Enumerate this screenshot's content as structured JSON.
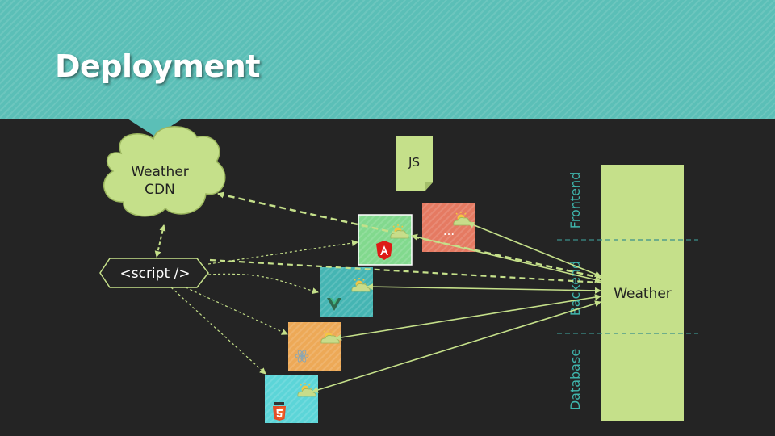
{
  "title": "Deployment",
  "cdn": {
    "line1": "Weather",
    "line2": "CDN"
  },
  "script_tag": "<script />",
  "js_doc": "JS",
  "more_tile": "...",
  "service": "Weather",
  "layers": [
    "Frontend",
    "Backend",
    "Database"
  ],
  "colors": {
    "header": "#5bbfb7",
    "background": "#242424",
    "lime": "#c5e08a",
    "layer_text": "#3fb6ad"
  },
  "tiles": [
    {
      "name": "angular",
      "icon": "angular-logo-icon",
      "color": "#82d98e"
    },
    {
      "name": "other",
      "icon": "weather-icon",
      "color": "#e57a62"
    },
    {
      "name": "vue",
      "icon": "vue-logo-icon",
      "color": "#45b5b3"
    },
    {
      "name": "react",
      "icon": "react-logo-icon",
      "color": "#eda957"
    },
    {
      "name": "html5",
      "icon": "html5-logo-icon",
      "color": "#5cd5d8"
    }
  ]
}
